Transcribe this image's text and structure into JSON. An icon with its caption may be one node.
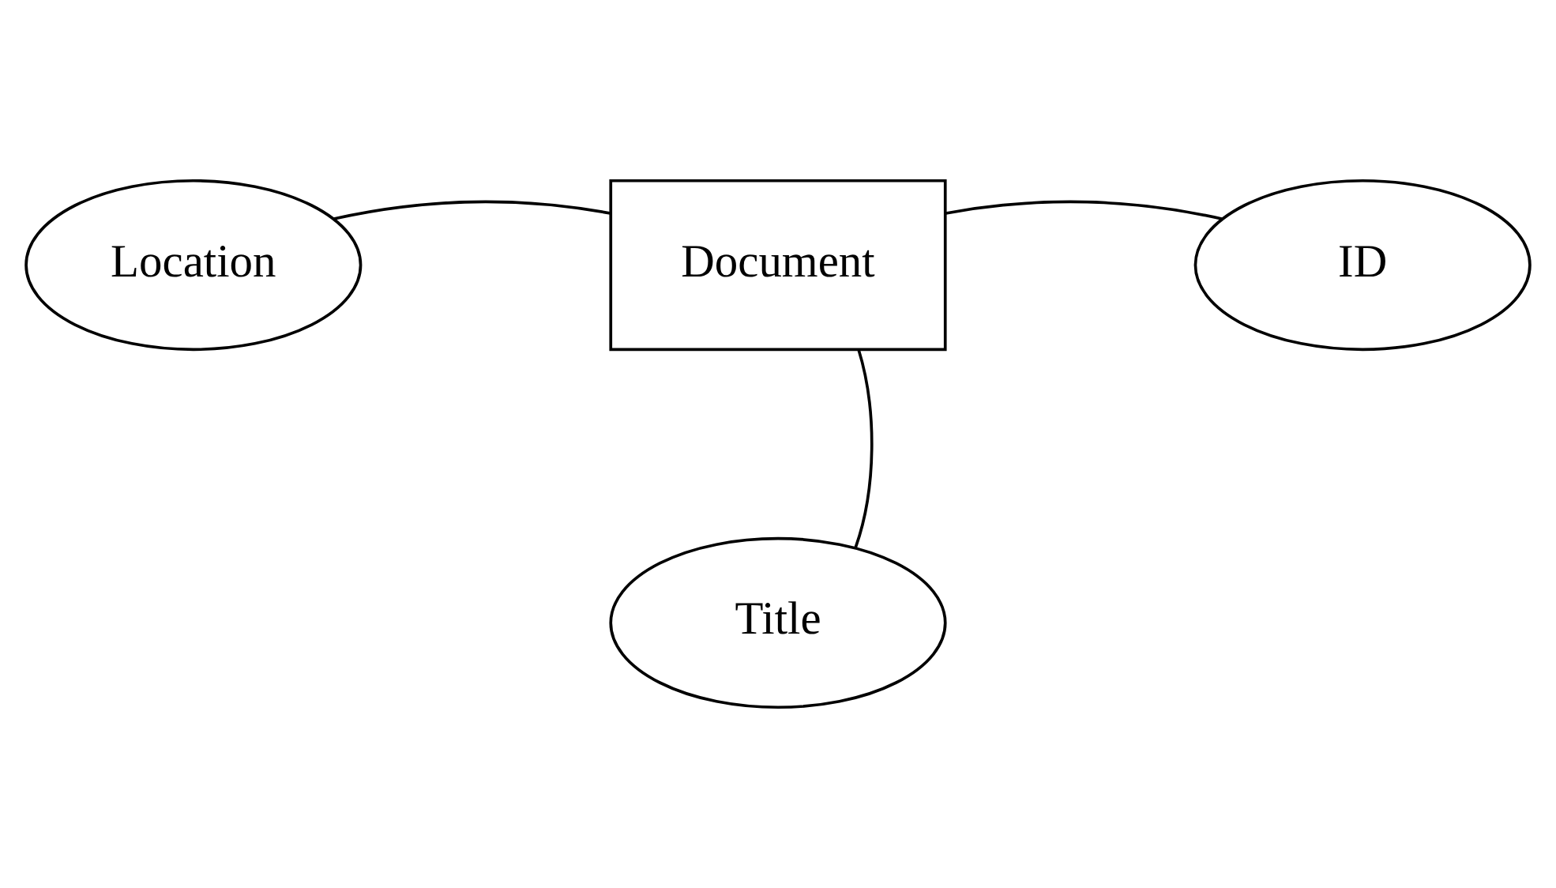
{
  "diagram": {
    "nodes": [
      {
        "text": [
          "Location"
        ]
      },
      {
        "text": [
          "ID"
        ]
      },
      {
        "text": [
          "Document"
        ]
      },
      {
        "text": [
          "Title"
        ]
      }
    ],
    "edges": [
      {
        "from": 2,
        "to": 0,
        "arrow": "none"
      },
      {
        "from": 2,
        "to": 1,
        "arrow": "none"
      },
      {
        "from": 2,
        "to": 3,
        "arrow": "none"
      }
    ]
  }
}
